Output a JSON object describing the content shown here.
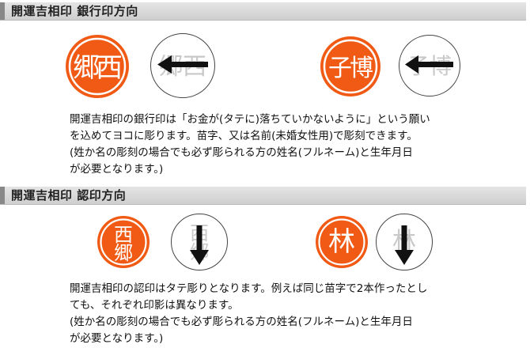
{
  "section_bank": {
    "heading": "開運吉相印 銀行印方向",
    "paragraph_lines": [
      "開運吉相印の銀行印は「お金が(タテに)落ちていかないように」という願い",
      "を込めてヨコに彫ります。苗字、又は名前(未婚女性用)で彫刻できます。",
      "(姓か名の彫刻の場合でも必ず彫られる方の姓名(フルネーム)と生年月日",
      "が必要となります。)"
    ],
    "examples": [
      {
        "seal_chars": [
          "西",
          "郷"
        ],
        "guide_chars": "郷西",
        "arrow": "left"
      },
      {
        "seal_chars": [
          "博",
          "子"
        ],
        "guide_chars": "子博",
        "arrow": "left"
      }
    ]
  },
  "section_personal": {
    "heading": "開運吉相印 認印方向",
    "paragraph_lines": [
      "開運吉相印の認印はタテ彫りとなります。例えば同じ苗字で2本作ったとし",
      "ても、それぞれ印影は異なります。",
      "(姓か名の彫刻の場合でも必ず彫られる方の姓名(フルネーム)と生年月日",
      "が必要となります。)"
    ],
    "examples": [
      {
        "seal_chars": [
          "西",
          "郷"
        ],
        "guide_chars": [
          "西",
          "郷"
        ],
        "arrow": "down"
      },
      {
        "seal_chars": [
          "林"
        ],
        "guide_chars": [
          "林"
        ],
        "arrow": "down"
      }
    ]
  },
  "colors": {
    "seal_orange": "#f05a14",
    "guide_gray": "#c8c8c8",
    "arrow": "#111111",
    "heading_bar": "#d6d6d6"
  },
  "icons": {
    "left_arrow": "arrow-left-icon",
    "down_arrow": "arrow-down-icon"
  }
}
